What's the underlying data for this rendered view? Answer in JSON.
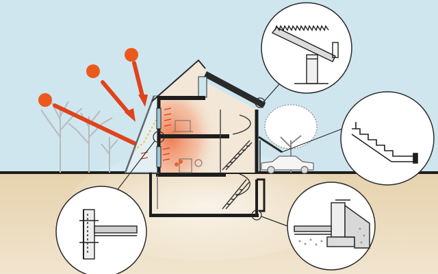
{
  "colors": {
    "sky": "#cfe6ef",
    "ground": "#ecdcbd",
    "sun": "#ea5a1e",
    "ray": "#e0431a",
    "heat_glow": "#f08a5a",
    "facade": "#f3e7d8",
    "wall": "#1e1e1e",
    "tree": "#c9c9c9",
    "detail_fill": "#ffffff"
  },
  "icons": {
    "sun": "sun-icon",
    "tree": "tree-icon",
    "car": "car-icon"
  },
  "components": {
    "suns": 3,
    "magnifier_callouts": 4,
    "callout_subjects": [
      "roof-eave-detail",
      "stair-section-detail",
      "floor-slab-joint-detail",
      "foundation-footing-detail"
    ]
  }
}
